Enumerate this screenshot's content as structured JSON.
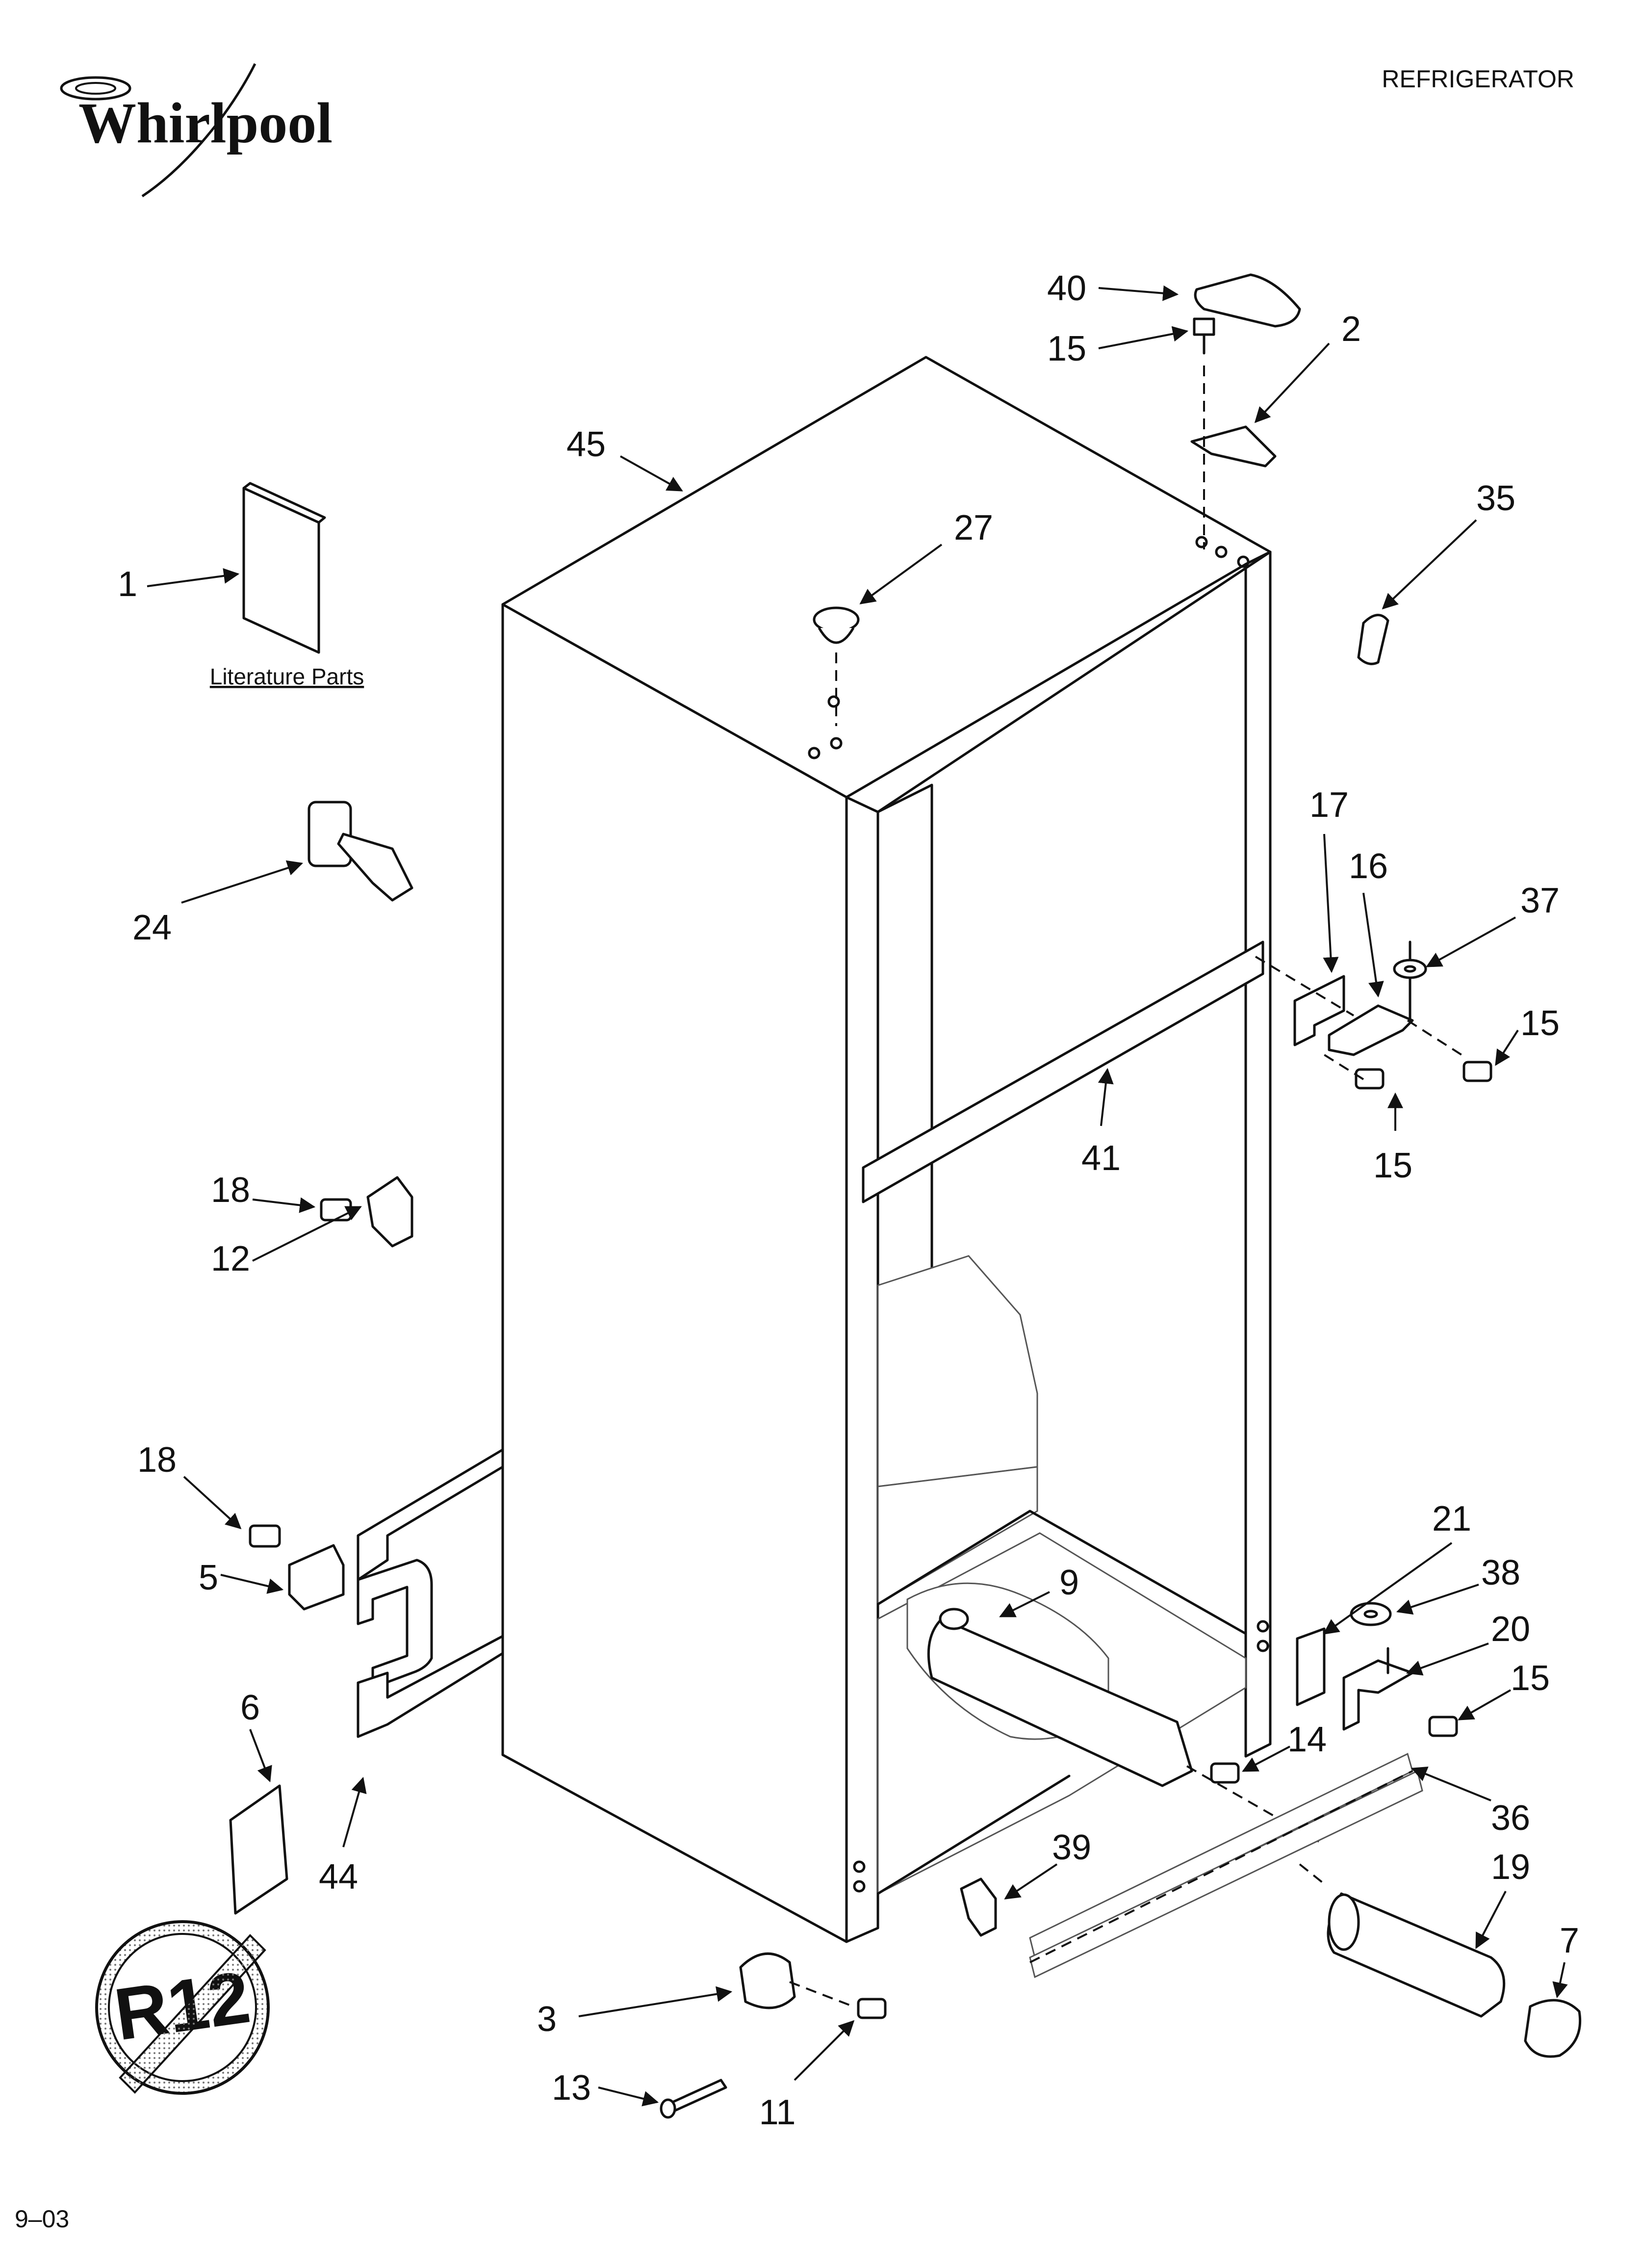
{
  "header": {
    "brand": "Whirlpool",
    "category": "REFRIGERATOR"
  },
  "literature_label": "Literature Parts",
  "footer": {
    "date_code": "9–03"
  },
  "badge": {
    "text": "R12"
  },
  "callouts": [
    "40",
    "15",
    "2",
    "45",
    "35",
    "27",
    "1",
    "17",
    "16",
    "37",
    "24",
    "15",
    "15",
    "41",
    "18",
    "12",
    "18",
    "21",
    "38",
    "5",
    "9",
    "20",
    "15",
    "6",
    "14",
    "36",
    "44",
    "39",
    "19",
    "7",
    "3",
    "13",
    "11"
  ]
}
